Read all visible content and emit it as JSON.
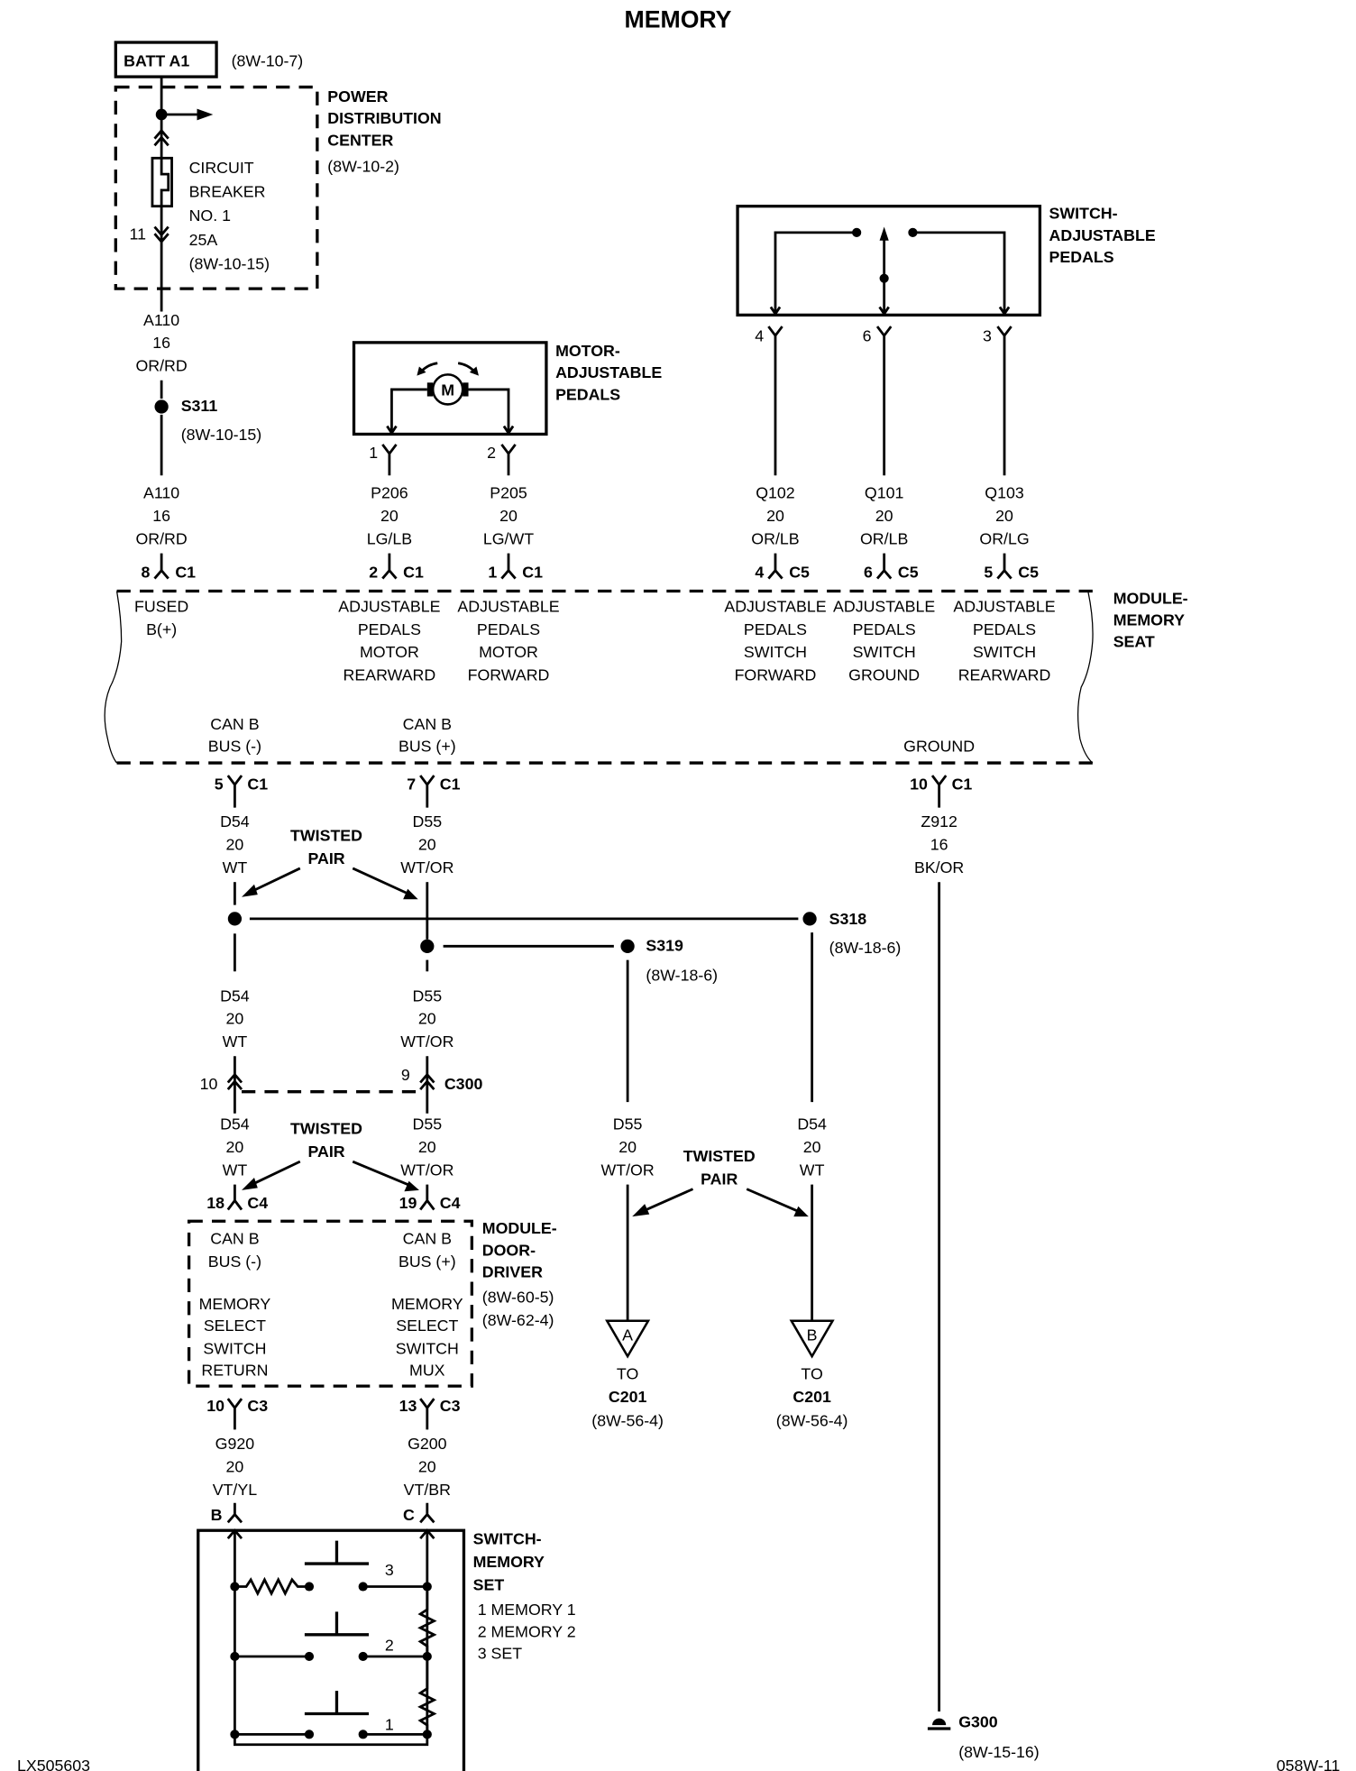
{
  "title": "MEMORY",
  "footer": {
    "left_code": "LX505603",
    "right_code": "058W-11"
  },
  "batt": {
    "label": "BATT A1",
    "ref": "(8W-10-7)"
  },
  "pdc": {
    "name_lines": [
      "POWER",
      "DISTRIBUTION",
      "CENTER"
    ],
    "ref": "(8W-10-2)",
    "breaker_lines": [
      "CIRCUIT",
      "BREAKER",
      "NO. 1",
      "25A",
      "(8W-10-15)"
    ],
    "cavity": "11"
  },
  "wires": {
    "a110_top": [
      "A110",
      "16",
      "OR/RD"
    ],
    "a110_bot": [
      "A110",
      "16",
      "OR/RD"
    ],
    "p206": [
      "P206",
      "20",
      "LG/LB"
    ],
    "p205": [
      "P205",
      "20",
      "LG/WT"
    ],
    "q102": [
      "Q102",
      "20",
      "OR/LB"
    ],
    "q101": [
      "Q101",
      "20",
      "OR/LB"
    ],
    "q103": [
      "Q103",
      "20",
      "OR/LG"
    ],
    "d54_a": [
      "D54",
      "20",
      "WT"
    ],
    "d55_a": [
      "D55",
      "20",
      "WT/OR"
    ],
    "z912": [
      "Z912",
      "16",
      "BK/OR"
    ],
    "d54_b": [
      "D54",
      "20",
      "WT"
    ],
    "d55_b": [
      "D55",
      "20",
      "WT/OR"
    ],
    "d54_c": [
      "D54",
      "20",
      "WT"
    ],
    "d55_c": [
      "D55",
      "20",
      "WT/OR"
    ],
    "d55_d": [
      "D55",
      "20",
      "WT/OR"
    ],
    "d54_d": [
      "D54",
      "20",
      "WT"
    ],
    "g920": [
      "G920",
      "20",
      "VT/YL"
    ],
    "g200": [
      "G200",
      "20",
      "VT/BR"
    ]
  },
  "splices": {
    "s311": {
      "id": "S311",
      "ref": "(8W-10-15)"
    },
    "s318": {
      "id": "S318",
      "ref": "(8W-18-6)"
    },
    "s319": {
      "id": "S319",
      "ref": "(8W-18-6)"
    }
  },
  "motor": {
    "name_lines": [
      "MOTOR-",
      "ADJUSTABLE",
      "PEDALS"
    ],
    "symbol": "M",
    "pins": [
      "1",
      "2"
    ]
  },
  "pedal_switch": {
    "name_lines": [
      "SWITCH-",
      "ADJUSTABLE",
      "PEDALS"
    ],
    "pins": [
      "4",
      "6",
      "3"
    ]
  },
  "seat_module": {
    "name_lines": [
      "MODULE-",
      "MEMORY",
      "SEAT"
    ],
    "top_connectors": [
      {
        "pin": "8",
        "conn": "C1"
      },
      {
        "pin": "2",
        "conn": "C1"
      },
      {
        "pin": "1",
        "conn": "C1"
      },
      {
        "pin": "4",
        "conn": "C5"
      },
      {
        "pin": "6",
        "conn": "C5"
      },
      {
        "pin": "5",
        "conn": "C5"
      }
    ],
    "functions": [
      [
        "FUSED",
        "B(+)"
      ],
      [
        "ADJUSTABLE",
        "PEDALS",
        "MOTOR",
        "REARWARD"
      ],
      [
        "ADJUSTABLE",
        "PEDALS",
        "MOTOR",
        "FORWARD"
      ],
      [
        "ADJUSTABLE",
        "PEDALS",
        "SWITCH",
        "FORWARD"
      ],
      [
        "ADJUSTABLE",
        "PEDALS",
        "SWITCH",
        "GROUND"
      ],
      [
        "ADJUSTABLE",
        "PEDALS",
        "SWITCH",
        "REARWARD"
      ]
    ],
    "bottom_functions": [
      [
        "CAN B",
        "BUS (-)"
      ],
      [
        "CAN B",
        "BUS (+)"
      ],
      [
        "GROUND"
      ]
    ],
    "bottom_connectors": [
      {
        "pin": "5",
        "conn": "C1"
      },
      {
        "pin": "7",
        "conn": "C1"
      },
      {
        "pin": "10",
        "conn": "C1"
      }
    ]
  },
  "twisted_pair_label": [
    "TWISTED",
    "PAIR"
  ],
  "c300": {
    "conn": "C300",
    "pins": [
      "10",
      "9"
    ]
  },
  "door_module": {
    "name_lines": [
      "MODULE-",
      "DOOR-",
      "DRIVER"
    ],
    "refs": [
      "(8W-60-5)",
      "(8W-62-4)"
    ],
    "top_connectors": [
      {
        "pin": "18",
        "conn": "C4"
      },
      {
        "pin": "19",
        "conn": "C4"
      }
    ],
    "left_functions": [
      [
        "CAN B",
        "BUS (-)"
      ],
      [
        "MEMORY",
        "SELECT",
        "SWITCH",
        "RETURN"
      ]
    ],
    "right_functions": [
      [
        "CAN B",
        "BUS (+)"
      ],
      [
        "MEMORY",
        "SELECT",
        "SWITCH",
        "MUX"
      ]
    ],
    "bottom_connectors": [
      {
        "pin": "10",
        "conn": "C3"
      },
      {
        "pin": "13",
        "conn": "C3"
      }
    ]
  },
  "offpage": [
    {
      "letter": "A",
      "lines": [
        "TO",
        "C201",
        "(8W-56-4)"
      ]
    },
    {
      "letter": "B",
      "lines": [
        "TO",
        "C201",
        "(8W-56-4)"
      ]
    }
  ],
  "memory_switch": {
    "name_lines": [
      "SWITCH-",
      "MEMORY",
      "SET"
    ],
    "legend": [
      "1 MEMORY 1",
      "2 MEMORY 2",
      "3 SET"
    ],
    "pins": [
      "B",
      "C"
    ],
    "button_numbers": [
      "3",
      "2",
      "1"
    ]
  },
  "ground": {
    "id": "G300",
    "ref": "(8W-15-16)"
  }
}
